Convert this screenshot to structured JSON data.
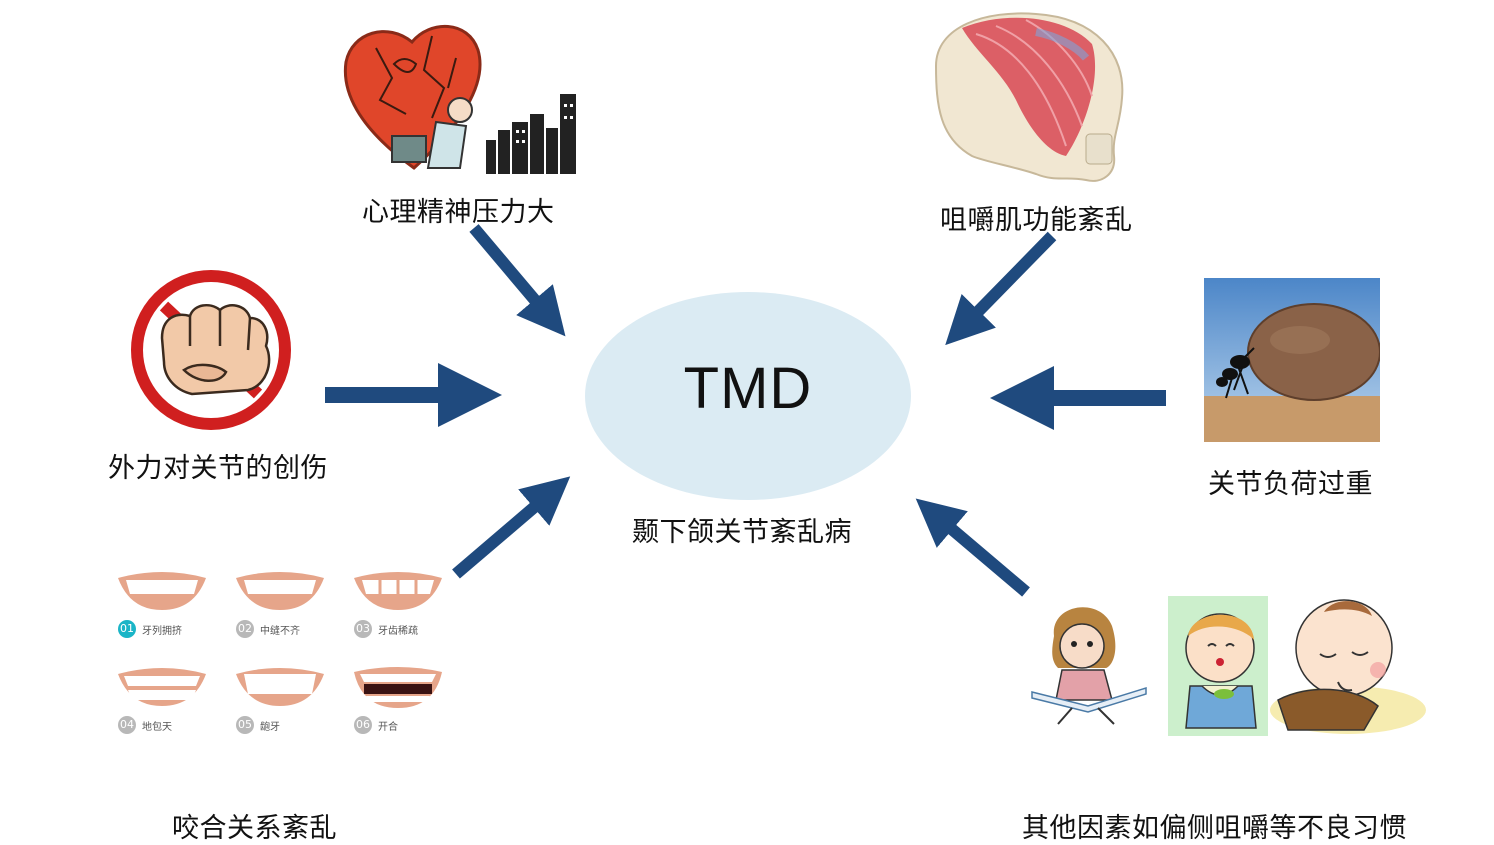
{
  "center": {
    "title": "TMD",
    "subtitle": "颞下颌关节紊乱病"
  },
  "causes": {
    "stress": "心理精神压力大",
    "masticatory_muscle": "咀嚼肌功能紊乱",
    "external_force": "外力对关节的创伤",
    "joint_overload": "关节负荷过重",
    "occlusion": "咬合关系紊乱",
    "other_habits": "其他因素如偏侧咀嚼等不良习惯"
  },
  "occlusion_panel": {
    "items": [
      {
        "num": "01",
        "label": "牙列拥挤"
      },
      {
        "num": "02",
        "label": "中缝不齐"
      },
      {
        "num": "03",
        "label": "牙齿稀疏"
      },
      {
        "num": "04",
        "label": "地包天"
      },
      {
        "num": "05",
        "label": "龅牙"
      },
      {
        "num": "06",
        "label": "开合"
      }
    ]
  },
  "colors": {
    "arrow": "#1f4a7e",
    "ellipse": "#dbebf3",
    "accent_number": "#1bb5c7"
  }
}
